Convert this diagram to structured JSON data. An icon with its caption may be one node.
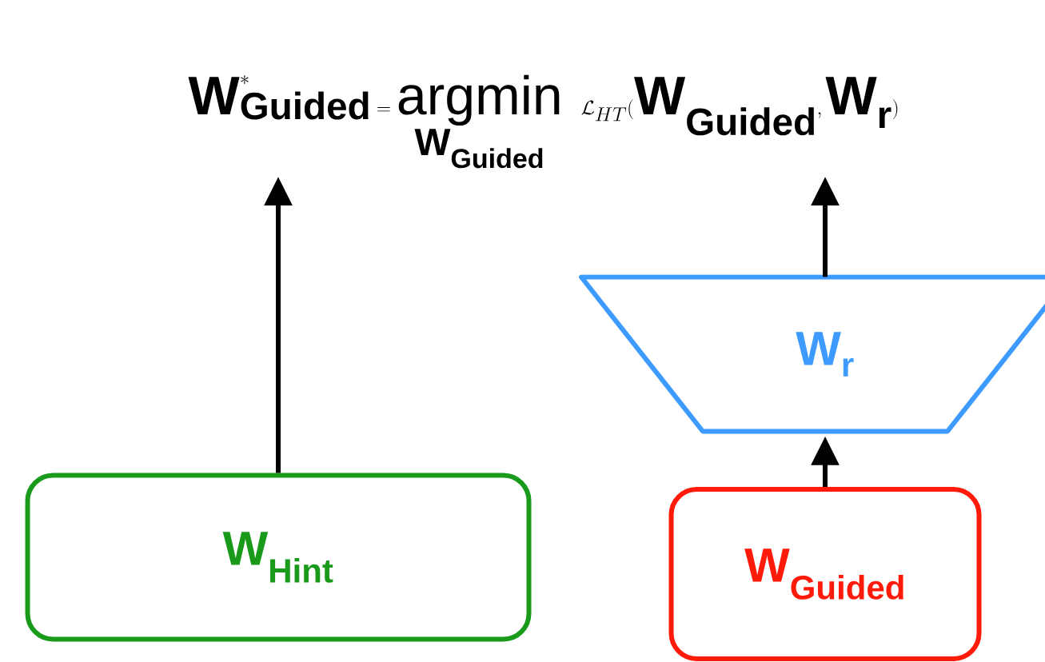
{
  "diagram": {
    "nodes": [
      {
        "text": [
          "\\textbf{W}^{*}_{\\textbf{Guided}} = \\operatorname*{argmin}_{\\mathbf{W}_{\\mathbf{Guided}}}\\ \\mathcal{L}_{HT}(\\textbf{W}_{\\textbf{Guided}}, \\textbf{W}_{\\textbf{r}})"
        ]
      },
      {
        "text": [
          "W$_{r}$"
        ]
      },
      {
        "text": [
          "W$_{Hint}$"
        ]
      },
      {
        "text": [
          "W$_{Guided}$"
        ]
      }
    ],
    "edges": [
      {
        "from": 2,
        "to": 0,
        "arrow": "to"
      },
      {
        "from": 1,
        "to": 0,
        "arrow": "to"
      },
      {
        "from": 3,
        "to": 1,
        "arrow": "to"
      }
    ]
  }
}
